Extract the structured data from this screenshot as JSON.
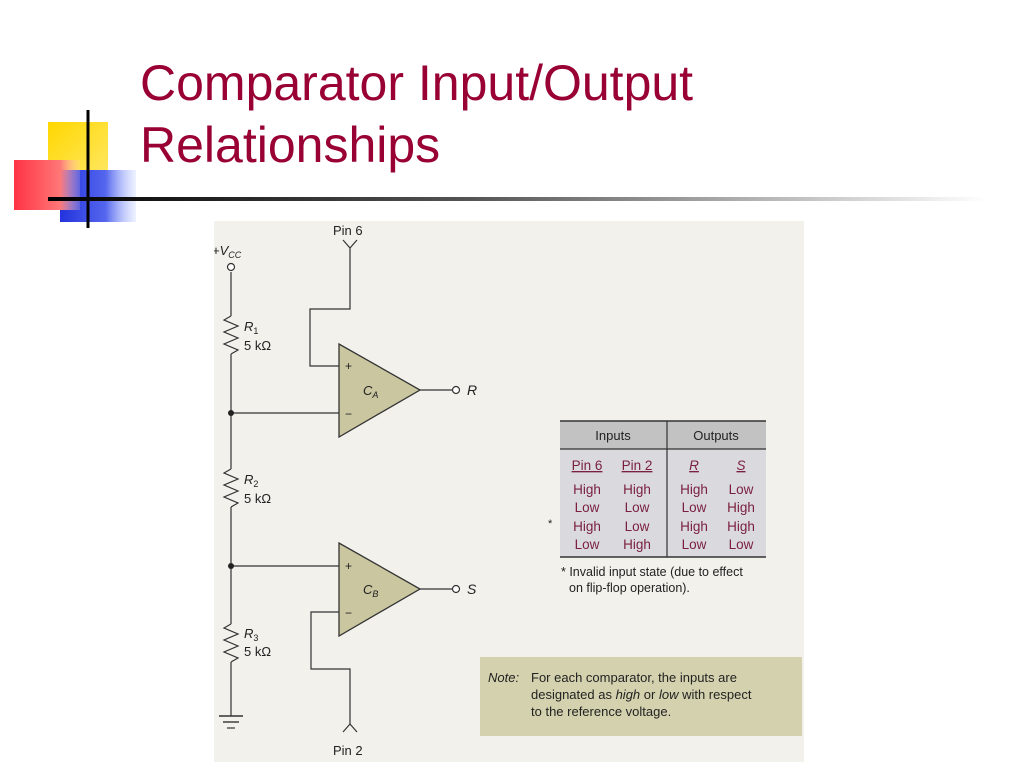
{
  "slide": {
    "title_line1": "Comparator Input/Output",
    "title_line2": "Relationships"
  },
  "colors": {
    "title": "#990033",
    "figure_bg": "#f2f1ec",
    "comparator_fill": "#c9c6a0",
    "table_header_bg": "#c2c2c2",
    "table_body_bg": "#d9d9de",
    "note_bg": "#d4d2ae",
    "table_text": "#7a1f3d"
  },
  "circuit": {
    "pin6": "Pin 6",
    "pin2": "Pin 2",
    "vcc_prefix": "+V",
    "vcc_sub": "CC",
    "resistors": [
      {
        "name": "R",
        "sub": "1",
        "value": "5 kΩ"
      },
      {
        "name": "R",
        "sub": "2",
        "value": "5 kΩ"
      },
      {
        "name": "R",
        "sub": "3",
        "value": "5 kΩ"
      }
    ],
    "comparator_a": {
      "name": "C",
      "sub": "A",
      "plus": "+",
      "minus": "−",
      "output": "R"
    },
    "comparator_b": {
      "name": "C",
      "sub": "B",
      "plus": "+",
      "minus": "−",
      "output": "S"
    }
  },
  "truth_table": {
    "headers": [
      "Inputs",
      "Outputs"
    ],
    "columns": [
      "Pin 6",
      "Pin 2",
      "R",
      "S"
    ],
    "rows": [
      {
        "mark": "",
        "cells": [
          "High",
          "High",
          "High",
          "Low"
        ]
      },
      {
        "mark": "",
        "cells": [
          "Low",
          "Low",
          "Low",
          "High"
        ]
      },
      {
        "mark": "*",
        "cells": [
          "High",
          "Low",
          "High",
          "High"
        ]
      },
      {
        "mark": "",
        "cells": [
          "Low",
          "High",
          "Low",
          "Low"
        ]
      }
    ],
    "footnote_line1": "* Invalid input state (due to effect",
    "footnote_line2": "on flip-flop operation)."
  },
  "note": {
    "label": "Note:",
    "line1": "For each comparator, the inputs are",
    "line2_a": "designated as ",
    "line2_high": "high",
    "line2_b": " or ",
    "line2_low": "low",
    "line2_c": " with respect",
    "line3": "to the reference voltage."
  }
}
